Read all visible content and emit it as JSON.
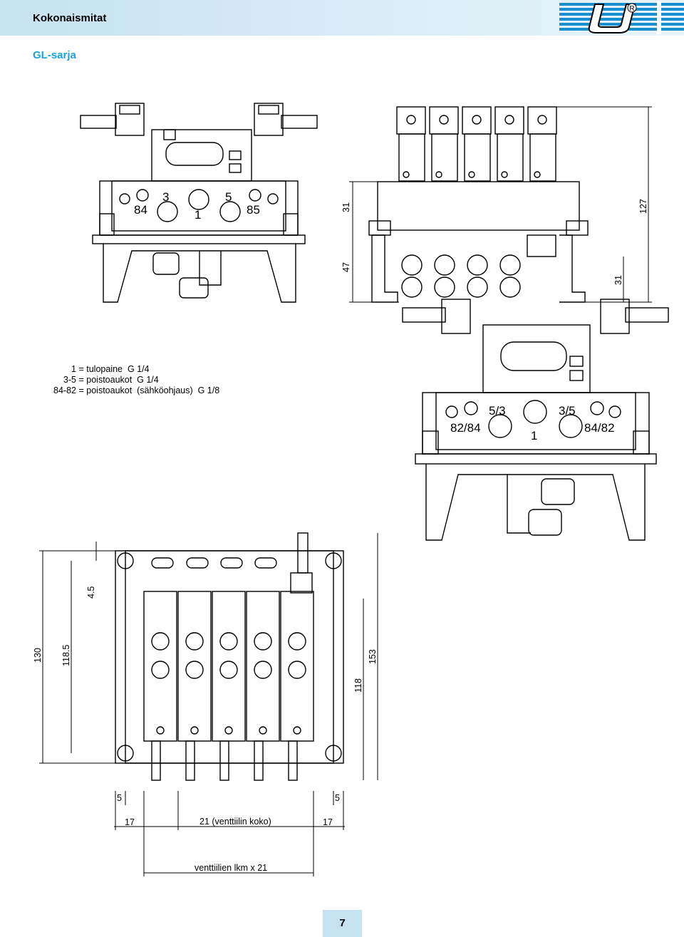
{
  "header": {
    "title": "Kokonaismitat",
    "logo_mark": "R"
  },
  "subtitle": "GL-sarja",
  "legend": [
    {
      "key": "1",
      "text": "= tulopaine  G 1/4"
    },
    {
      "key": "3-5",
      "text": "= poistoaukot  G 1/4"
    },
    {
      "key": "84-82",
      "text": "= poistoaukot  (sähköohjaus)  G 1/8"
    }
  ],
  "ports_left": {
    "p3": "3",
    "p5": "5",
    "p84": "84",
    "p1": "1",
    "p85": "85"
  },
  "ports_right": {
    "p53": "5/3",
    "p35": "3/5",
    "p8284": "82/84",
    "p1": "1",
    "p8482": "84/82"
  },
  "dims_side": {
    "d31a": "31",
    "d47": "47",
    "d127": "127",
    "d31b": "31"
  },
  "dims_top": {
    "d45": "4.5",
    "d1185": "118.5",
    "d130": "130",
    "d118": "118",
    "d153": "153",
    "d5a": "5",
    "d5b": "5",
    "d17a": "17",
    "d17b": "17",
    "valve_size": "21 (venttiilin koko)",
    "total": "venttiilien lkm x 21"
  },
  "page_number": "7",
  "colors": {
    "accent": "#1ba3dd",
    "header_bg": "#c6e2f0",
    "logo_blue": "#1a8fd0"
  }
}
